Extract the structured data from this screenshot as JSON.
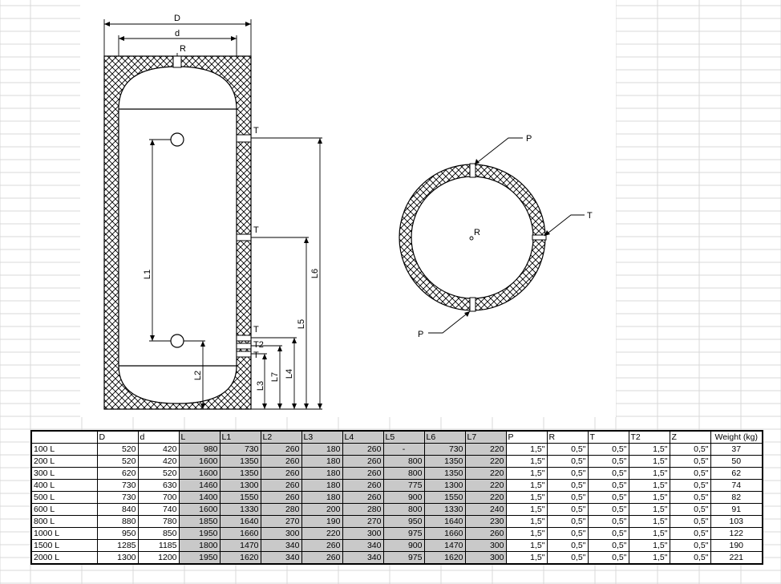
{
  "drawing": {
    "dimensions": {
      "outer_diameter": "D",
      "inner_diameter": "d",
      "radius": "R",
      "l1": "L1",
      "l2": "L2",
      "l3": "L3",
      "l4": "L4",
      "l5": "L5",
      "l6": "L6",
      "l7": "L7"
    },
    "ports": {
      "t_upper": "T",
      "t_middle": "T",
      "t_lower": "T",
      "t2": "T2",
      "t_bottom": "T",
      "plan_p_top": "P",
      "plan_p_bottom": "P",
      "plan_t": "T",
      "plan_r": "R"
    },
    "colors": {
      "line": "#000000",
      "hatch": "#000000",
      "grid": "#d9d9d9",
      "shade": "#c9c9c9"
    }
  },
  "table": {
    "columns": [
      "",
      "D",
      "d",
      "L",
      "L1",
      "L2",
      "L3",
      "L4",
      "L5",
      "L6",
      "L7",
      "P",
      "R",
      "T",
      "T2",
      "Z",
      "Weight (kg)"
    ],
    "rows": [
      [
        "100 L",
        "520",
        "420",
        "980",
        "730",
        "260",
        "180",
        "260",
        "-",
        "730",
        "220",
        "1,5\"",
        "0,5\"",
        "0,5\"",
        "1,5\"",
        "0,5\"",
        "37"
      ],
      [
        "200 L",
        "520",
        "420",
        "1600",
        "1350",
        "260",
        "180",
        "260",
        "800",
        "1350",
        "220",
        "1,5\"",
        "0,5\"",
        "0,5\"",
        "1,5\"",
        "0,5\"",
        "50"
      ],
      [
        "300 L",
        "620",
        "520",
        "1600",
        "1350",
        "260",
        "180",
        "260",
        "800",
        "1350",
        "220",
        "1,5\"",
        "0,5\"",
        "0,5\"",
        "1,5\"",
        "0,5\"",
        "62"
      ],
      [
        "400 L",
        "730",
        "630",
        "1460",
        "1300",
        "260",
        "180",
        "260",
        "775",
        "1300",
        "220",
        "1,5\"",
        "0,5\"",
        "0,5\"",
        "1,5\"",
        "0,5\"",
        "74"
      ],
      [
        "500 L",
        "730",
        "700",
        "1400",
        "1550",
        "260",
        "180",
        "260",
        "900",
        "1550",
        "220",
        "1,5\"",
        "0,5\"",
        "0,5\"",
        "1,5\"",
        "0,5\"",
        "82"
      ],
      [
        "600 L",
        "840",
        "740",
        "1600",
        "1330",
        "280",
        "200",
        "280",
        "800",
        "1330",
        "240",
        "1,5\"",
        "0,5\"",
        "0,5\"",
        "1,5\"",
        "0,5\"",
        "91"
      ],
      [
        "800 L",
        "880",
        "780",
        "1850",
        "1640",
        "270",
        "190",
        "270",
        "950",
        "1640",
        "230",
        "1,5\"",
        "0,5\"",
        "0,5\"",
        "1,5\"",
        "0,5\"",
        "103"
      ],
      [
        "1000 L",
        "950",
        "850",
        "1950",
        "1660",
        "300",
        "220",
        "300",
        "975",
        "1660",
        "260",
        "1,5\"",
        "0,5\"",
        "0,5\"",
        "1,5\"",
        "0,5\"",
        "122"
      ],
      [
        "1500 L",
        "1285",
        "1185",
        "1800",
        "1470",
        "340",
        "260",
        "340",
        "900",
        "1470",
        "300",
        "1,5\"",
        "0,5\"",
        "0,5\"",
        "1,5\"",
        "0,5\"",
        "190"
      ],
      [
        "2000 L",
        "1300",
        "1200",
        "1950",
        "1620",
        "340",
        "260",
        "340",
        "975",
        "1620",
        "300",
        "1,5\"",
        "0,5\"",
        "0,5\"",
        "1,5\"",
        "0,5\"",
        "221"
      ]
    ]
  }
}
